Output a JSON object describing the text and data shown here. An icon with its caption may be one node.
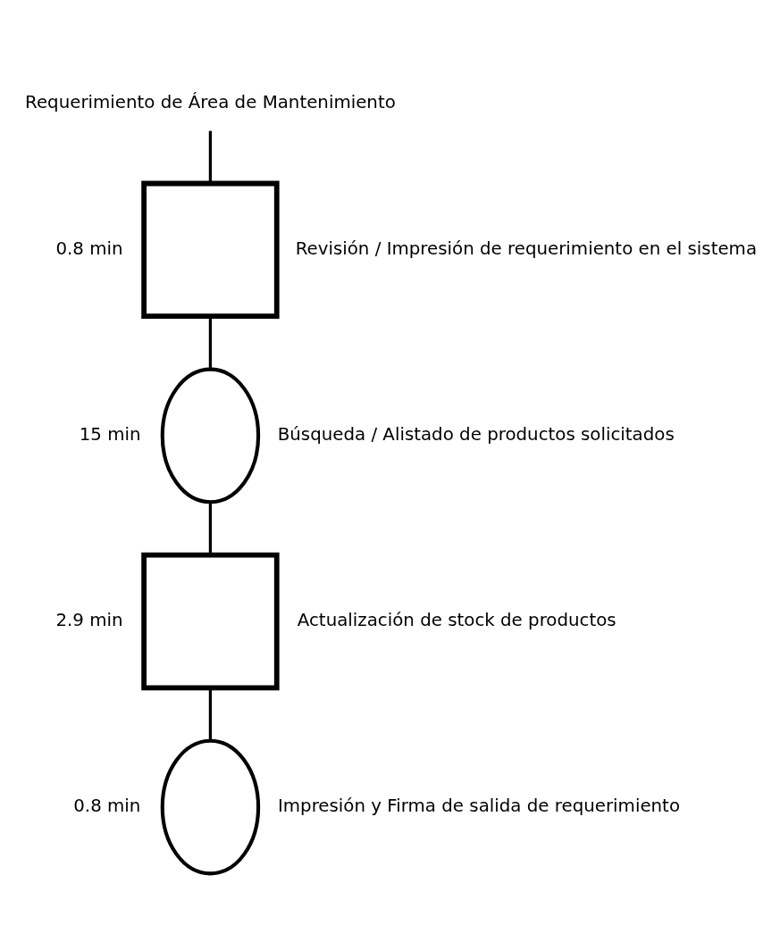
{
  "diagram": {
    "nodes": [
      {
        "text": [
          "Requerimiento de Área de Mantenimiento"
        ]
      },
      {
        "text": [],
        "shape": "box",
        "beside": [
          "0.8 min",
          "Revisión / Impresión de requerimiento en el sistema"
        ]
      },
      {
        "text": [],
        "shape": "circle",
        "beside": [
          "15 min",
          "Búsqueda / Alistado de productos solicitados"
        ]
      },
      {
        "text": [],
        "shape": "box",
        "beside": [
          "2.9 min",
          "Actualización de stock de productos"
        ]
      },
      {
        "text": [],
        "shape": "circle",
        "beside": [
          "0.8 min",
          "Impresión y Firma de salida de requerimiento"
        ]
      }
    ],
    "edges": [
      {
        "from": 0,
        "to": 1,
        "arrow": "none"
      },
      {
        "from": 1,
        "to": 2,
        "arrow": "none"
      },
      {
        "from": 2,
        "to": 3,
        "arrow": "none"
      },
      {
        "from": 3,
        "to": 4,
        "arrow": "none"
      }
    ]
  }
}
